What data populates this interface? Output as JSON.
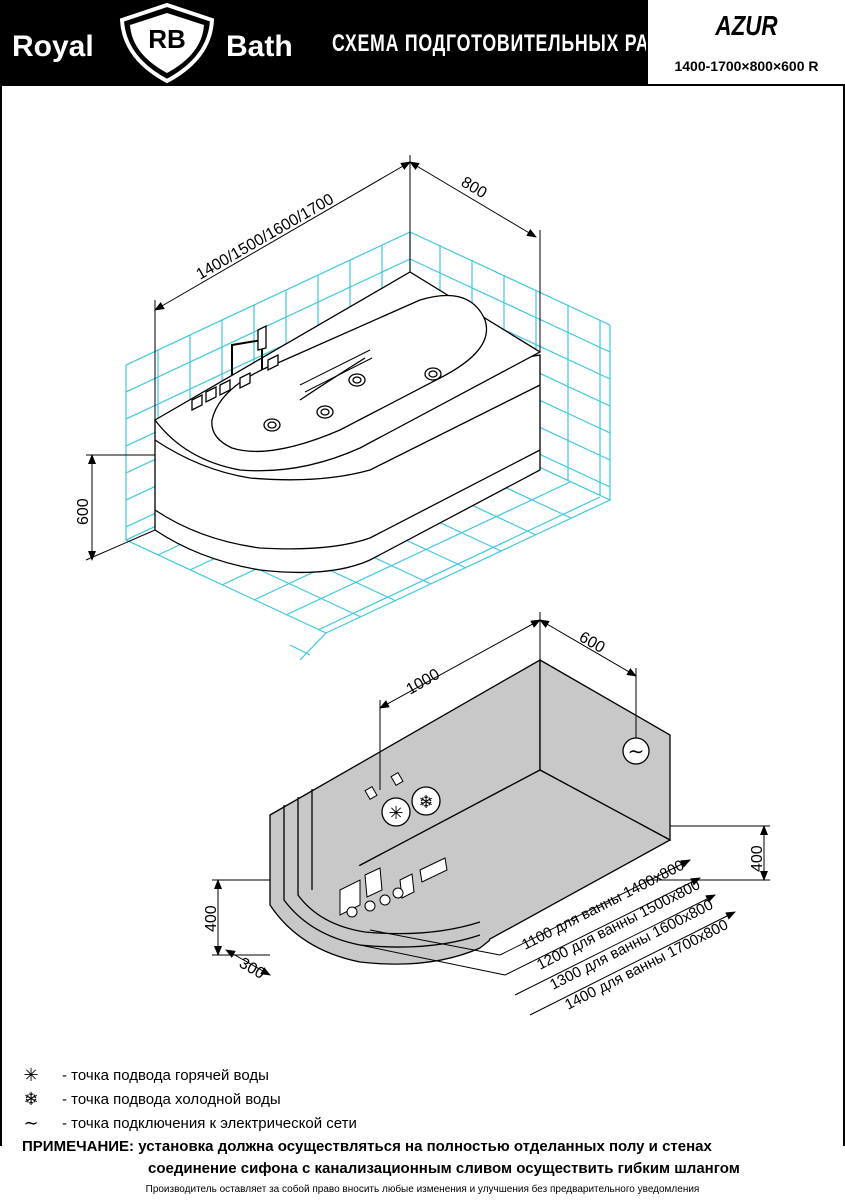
{
  "header": {
    "brand_left": "Royal",
    "brand_mono": "RB",
    "brand_right": "Bath",
    "title": "СХЕМА ПОДГОТОВИТЕЛЬНЫХ РАБОТ",
    "model": "AZUR",
    "dimensions": "1400-1700×800×600 R"
  },
  "top_drawing": {
    "length_dim": "1400/1500/1600/1700",
    "width_dim": "800",
    "height_dim": "600"
  },
  "bottom_drawing": {
    "dim_1000": "1000",
    "dim_600": "600",
    "dim_400_right": "400",
    "dim_400_left": "400",
    "dim_300": "300",
    "sizes": [
      "1100 для ванны 1400х800",
      "1200 для ванны 1500х800",
      "1300 для ванны 1600х800",
      "1400 для ванны 1700х800"
    ]
  },
  "legend": [
    {
      "icon": "hot-water-icon",
      "symbol": "✳",
      "text": "- точка подвода горячей воды"
    },
    {
      "icon": "cold-water-icon",
      "symbol": "❄",
      "text": "- точка подвода холодной воды"
    },
    {
      "icon": "electric-icon",
      "symbol": "∼",
      "text": "- точка подключения к электрической сети"
    }
  ],
  "note": {
    "label": "ПРИМЕЧАНИЕ:",
    "line1": "установка должна осуществляться на полностью отделанных полу и стенах",
    "line2": "соединение сифона с канализационным сливом осуществить гибким шлангом"
  },
  "footer": "Производитель оставляет за собой право вносить любые изменения и улучшения без предварительного уведомления",
  "colors": {
    "grid": "#3ec8e0",
    "wall": "#c8c8c8",
    "ink": "#000000"
  }
}
